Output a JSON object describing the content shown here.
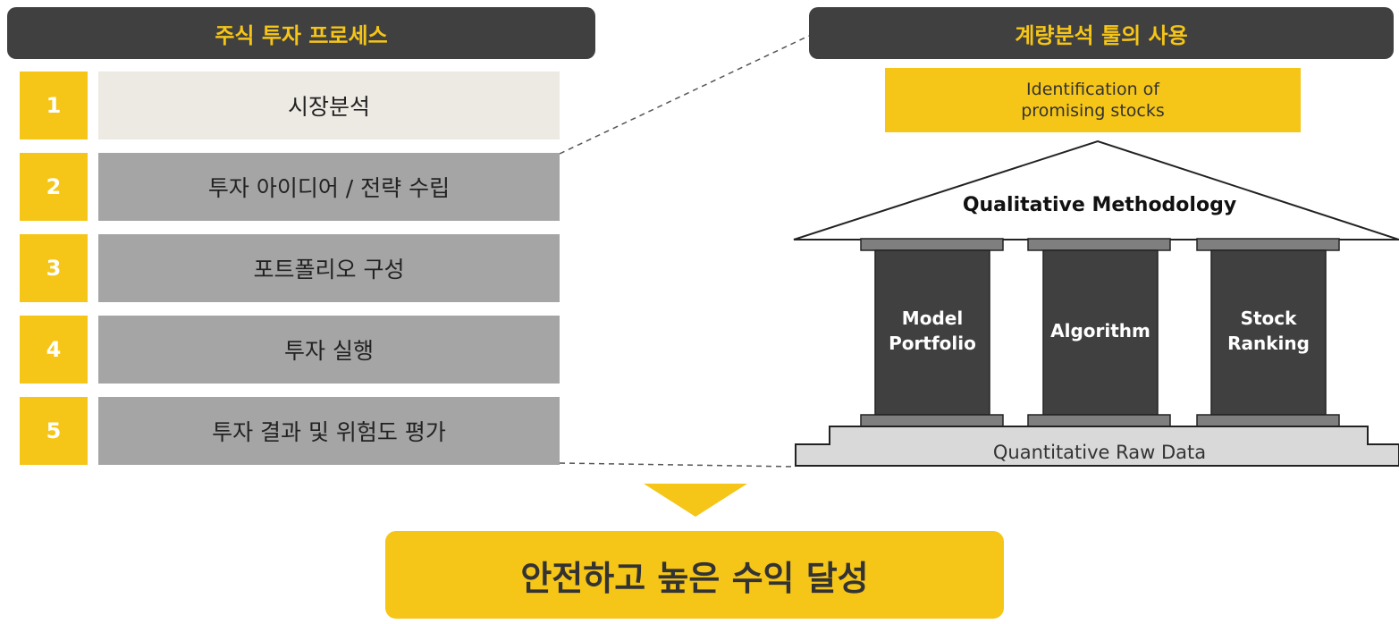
{
  "left_header": "주식 투자 프로세스",
  "right_header": "계량분석 툴의 사용",
  "steps": [
    {
      "num": "1",
      "label": "시장분석"
    },
    {
      "num": "2",
      "label": "투자 아이디어 / 전략 수립"
    },
    {
      "num": "3",
      "label": "포트폴리오 구성"
    },
    {
      "num": "4",
      "label": "투자 실행"
    },
    {
      "num": "5",
      "label": "투자 결과 및 위험도 평가"
    }
  ],
  "temple": {
    "top_line1": "Identification of",
    "top_line2": "promising stocks",
    "roof": "Qualitative Methodology",
    "pillars": [
      {
        "line1": "Model",
        "line2": "Portfolio"
      },
      {
        "line1": "Algorithm",
        "line2": ""
      },
      {
        "line1": "Stock",
        "line2": "Ranking"
      }
    ],
    "base": "Quantitative Raw Data"
  },
  "result": "안전하고 높은 수익 달성",
  "colors": {
    "accent": "#f5c518",
    "header_bg": "#404040",
    "step_light": "#ede9e3",
    "step_dark": "#a5a5a5",
    "pillar": "#404040"
  }
}
